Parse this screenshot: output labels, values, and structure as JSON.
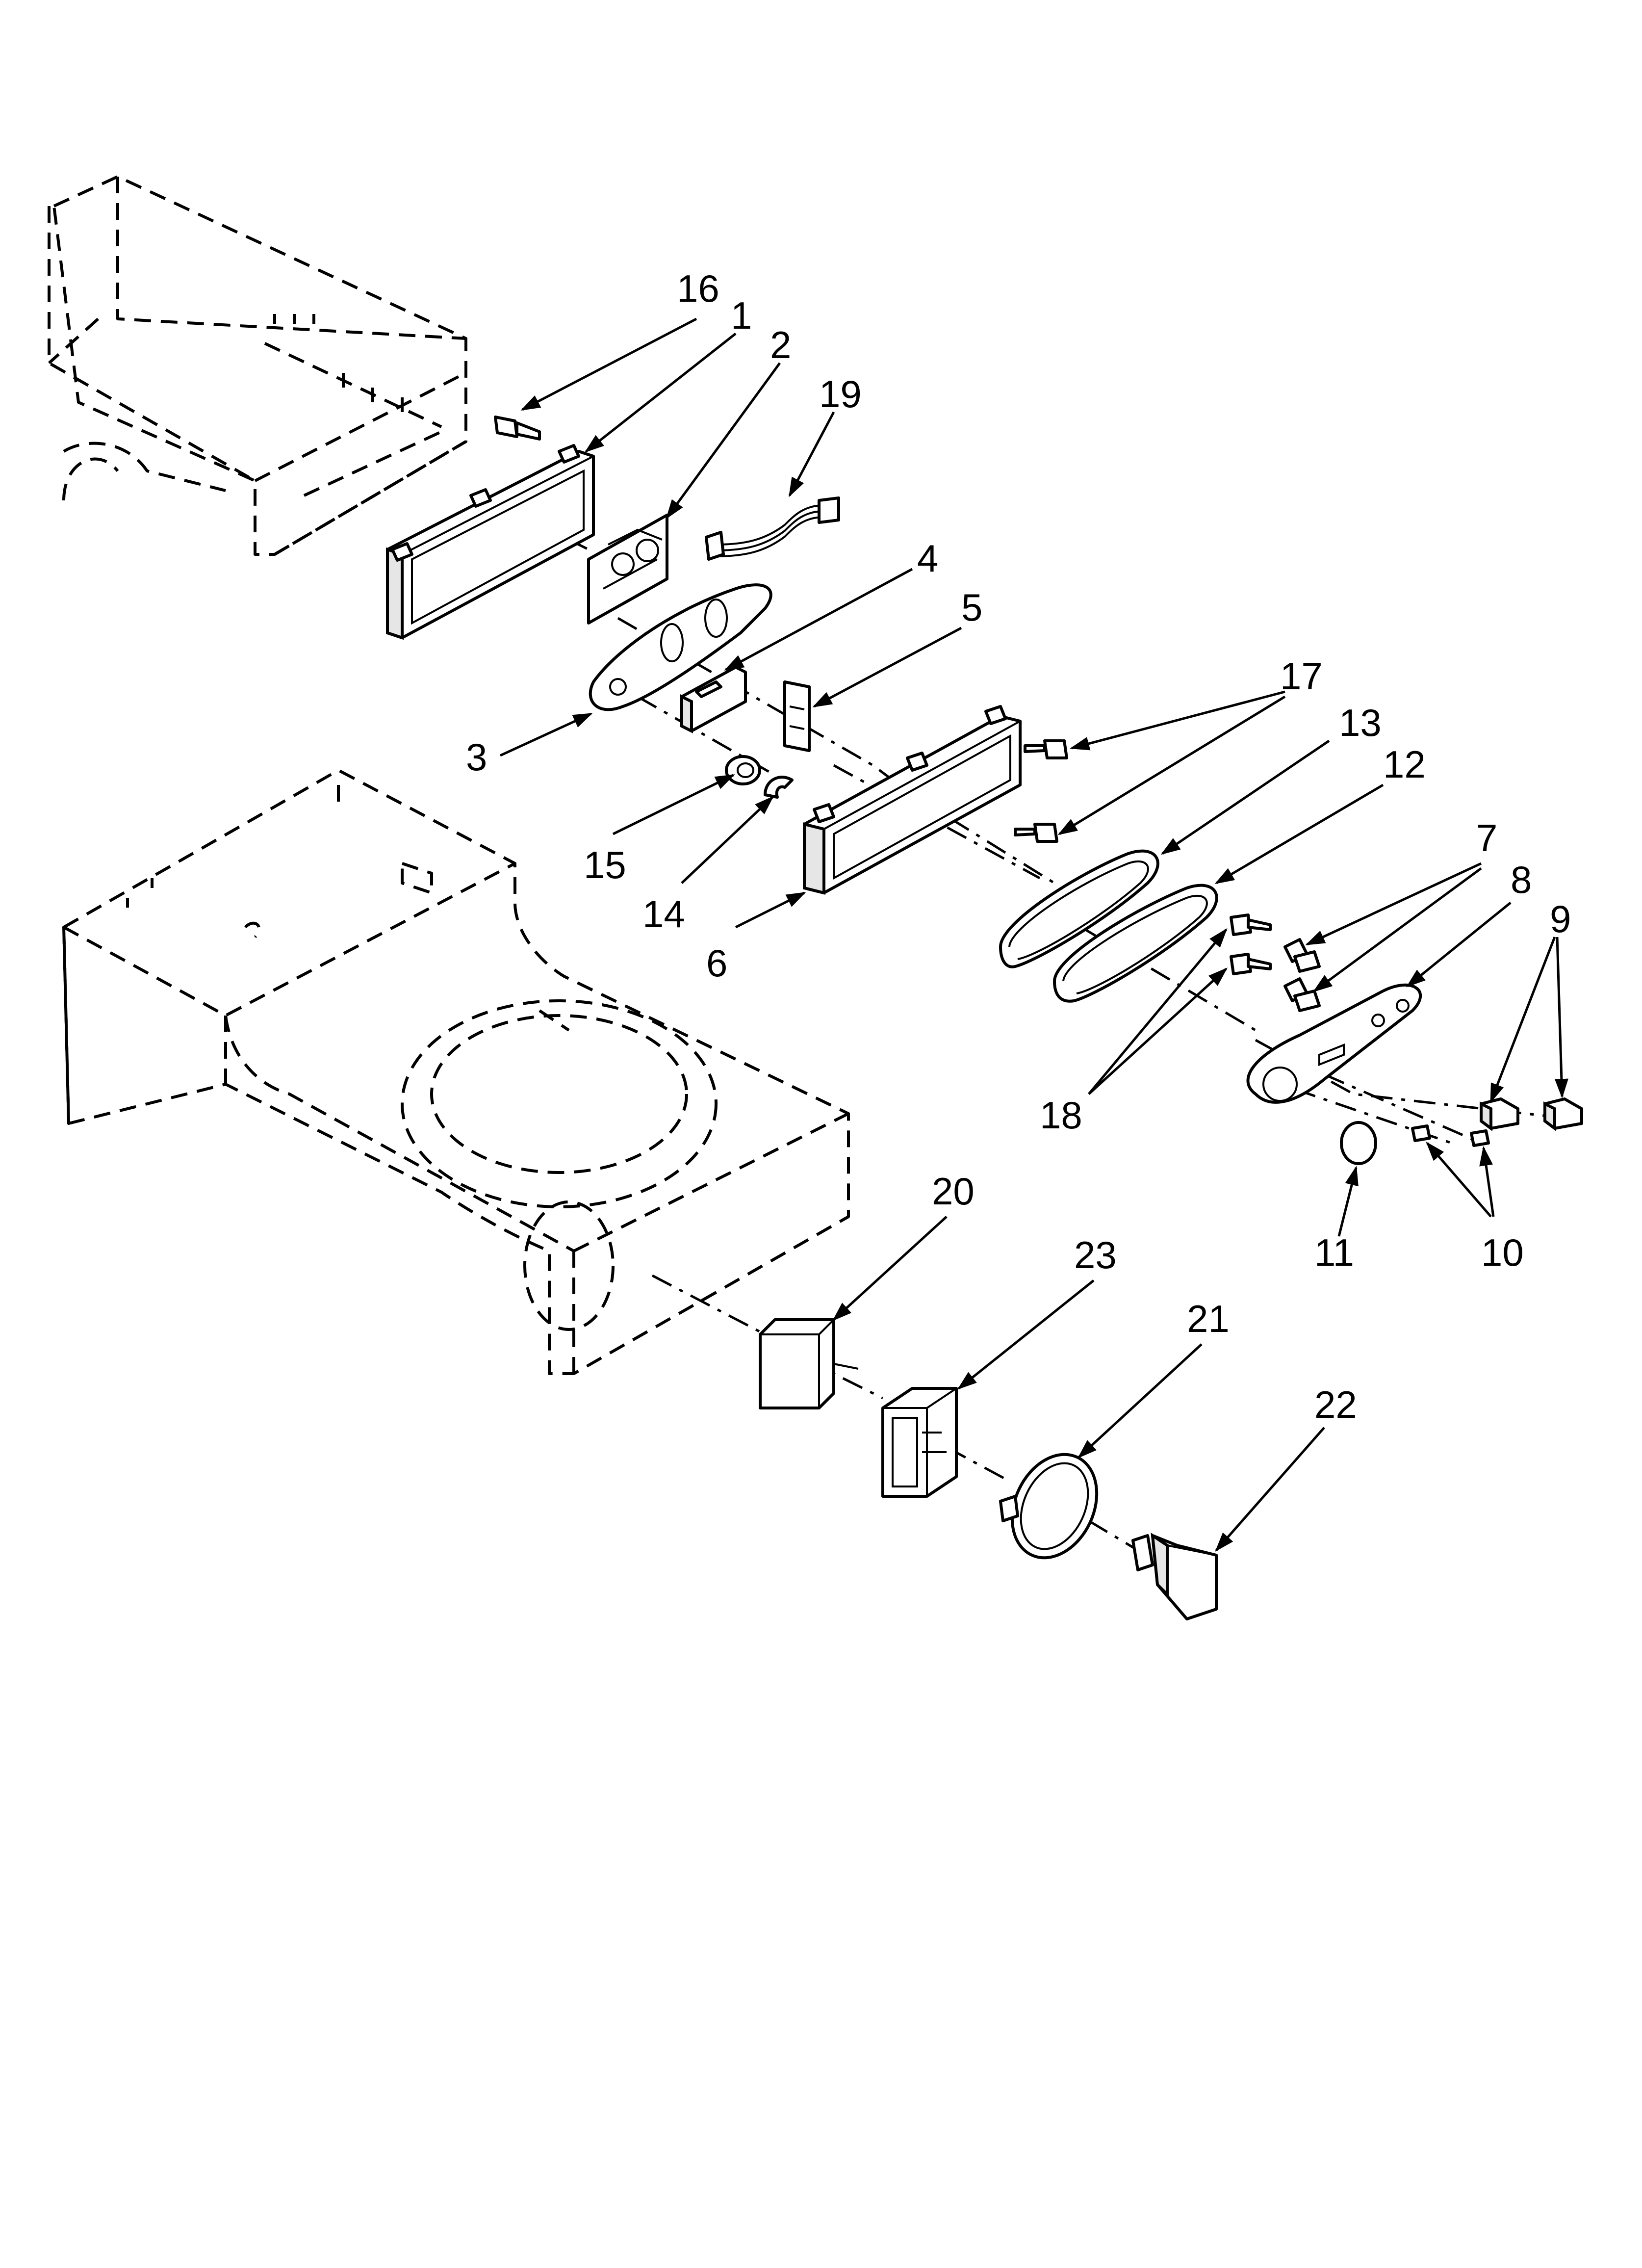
{
  "diagram": {
    "callouts": [
      {
        "id": "16",
        "label": "16"
      },
      {
        "id": "1",
        "label": "1"
      },
      {
        "id": "2",
        "label": "2"
      },
      {
        "id": "19",
        "label": "19"
      },
      {
        "id": "4",
        "label": "4"
      },
      {
        "id": "5",
        "label": "5"
      },
      {
        "id": "3",
        "label": "3"
      },
      {
        "id": "17",
        "label": "17"
      },
      {
        "id": "13",
        "label": "13"
      },
      {
        "id": "12",
        "label": "12"
      },
      {
        "id": "15",
        "label": "15"
      },
      {
        "id": "14",
        "label": "14"
      },
      {
        "id": "6",
        "label": "6"
      },
      {
        "id": "7",
        "label": "7"
      },
      {
        "id": "8",
        "label": "8"
      },
      {
        "id": "9",
        "label": "9"
      },
      {
        "id": "18",
        "label": "18"
      },
      {
        "id": "11",
        "label": "11"
      },
      {
        "id": "10",
        "label": "10"
      },
      {
        "id": "20",
        "label": "20"
      },
      {
        "id": "23",
        "label": "23"
      },
      {
        "id": "21",
        "label": "21"
      },
      {
        "id": "22",
        "label": "22"
      }
    ]
  }
}
